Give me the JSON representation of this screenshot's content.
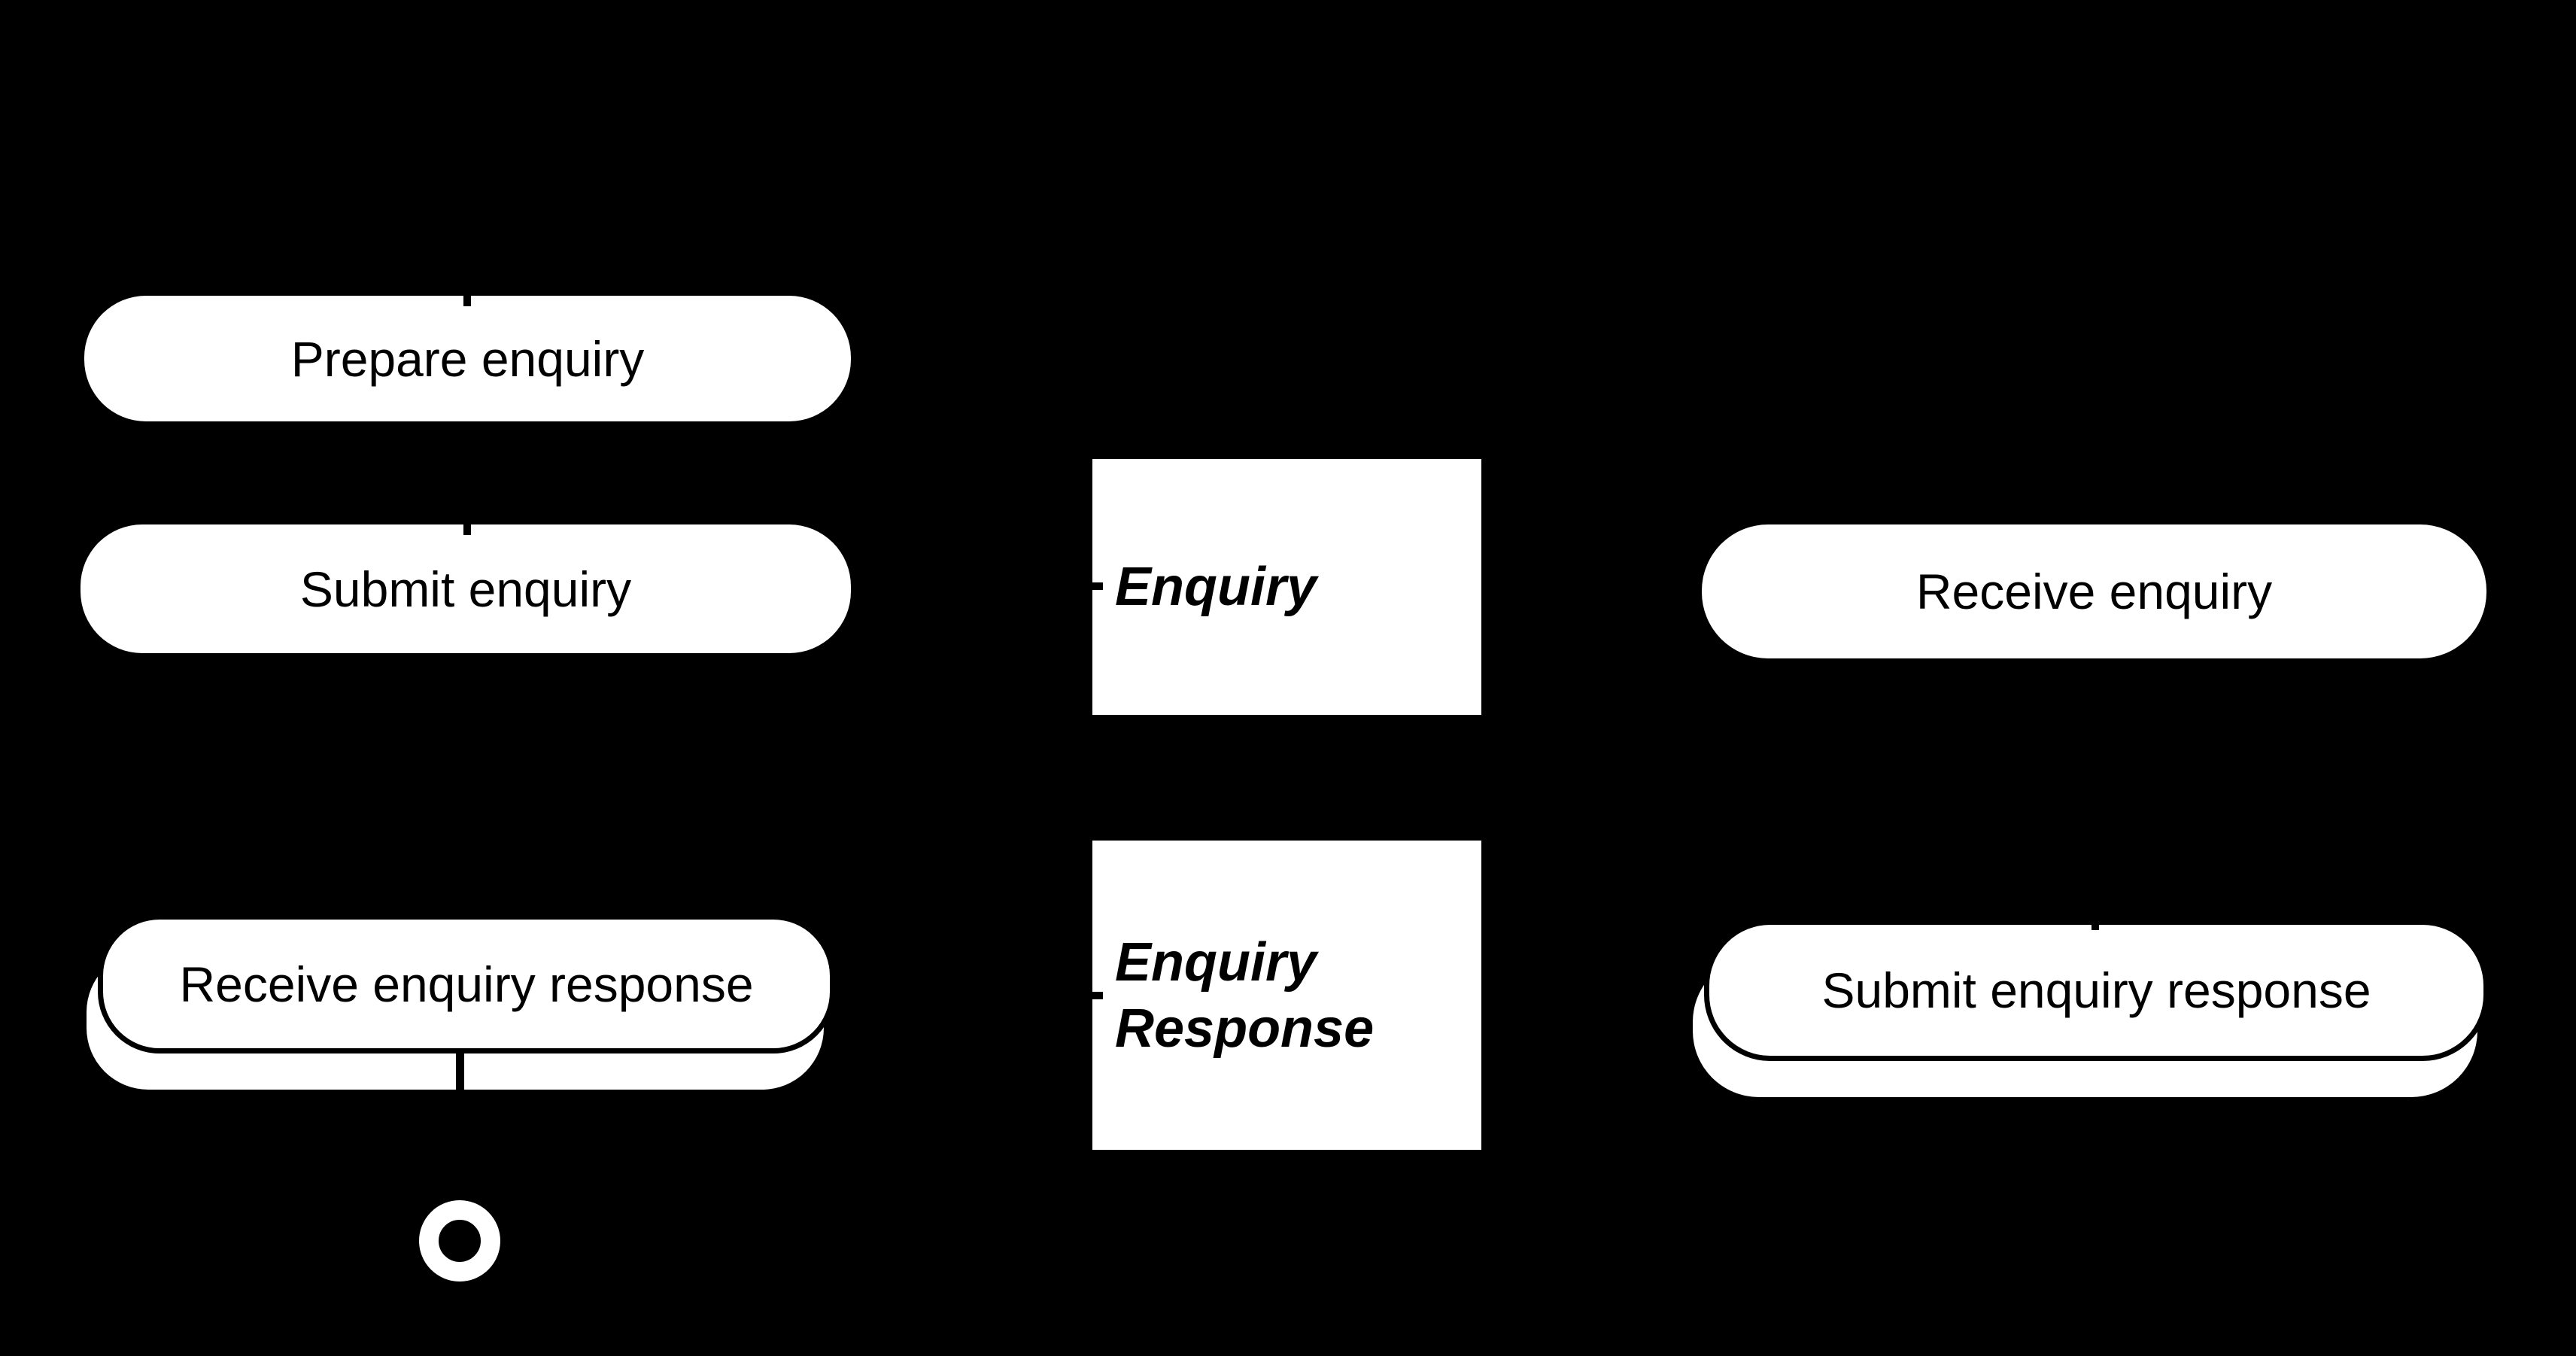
{
  "diagram_type": "process-collaboration-diagram",
  "colors": {
    "background": "#000000",
    "shape_fill": "#ffffff",
    "ink": "#000000"
  },
  "nodes": {
    "prepare_enquiry": {
      "label": "Prepare enquiry"
    },
    "submit_enquiry": {
      "label": "Submit enquiry"
    },
    "receive_enquiry_response": {
      "label": "Receive enquiry response",
      "stacked": true
    },
    "enquiry": {
      "label": "Enquiry"
    },
    "enquiry_response": {
      "line1": "Enquiry",
      "line2": "Response"
    },
    "receive_enquiry": {
      "label": "Receive enquiry"
    },
    "submit_enquiry_response": {
      "label": "Submit enquiry response",
      "stacked": true
    }
  },
  "events": {
    "end_event": {
      "type": "end"
    }
  }
}
